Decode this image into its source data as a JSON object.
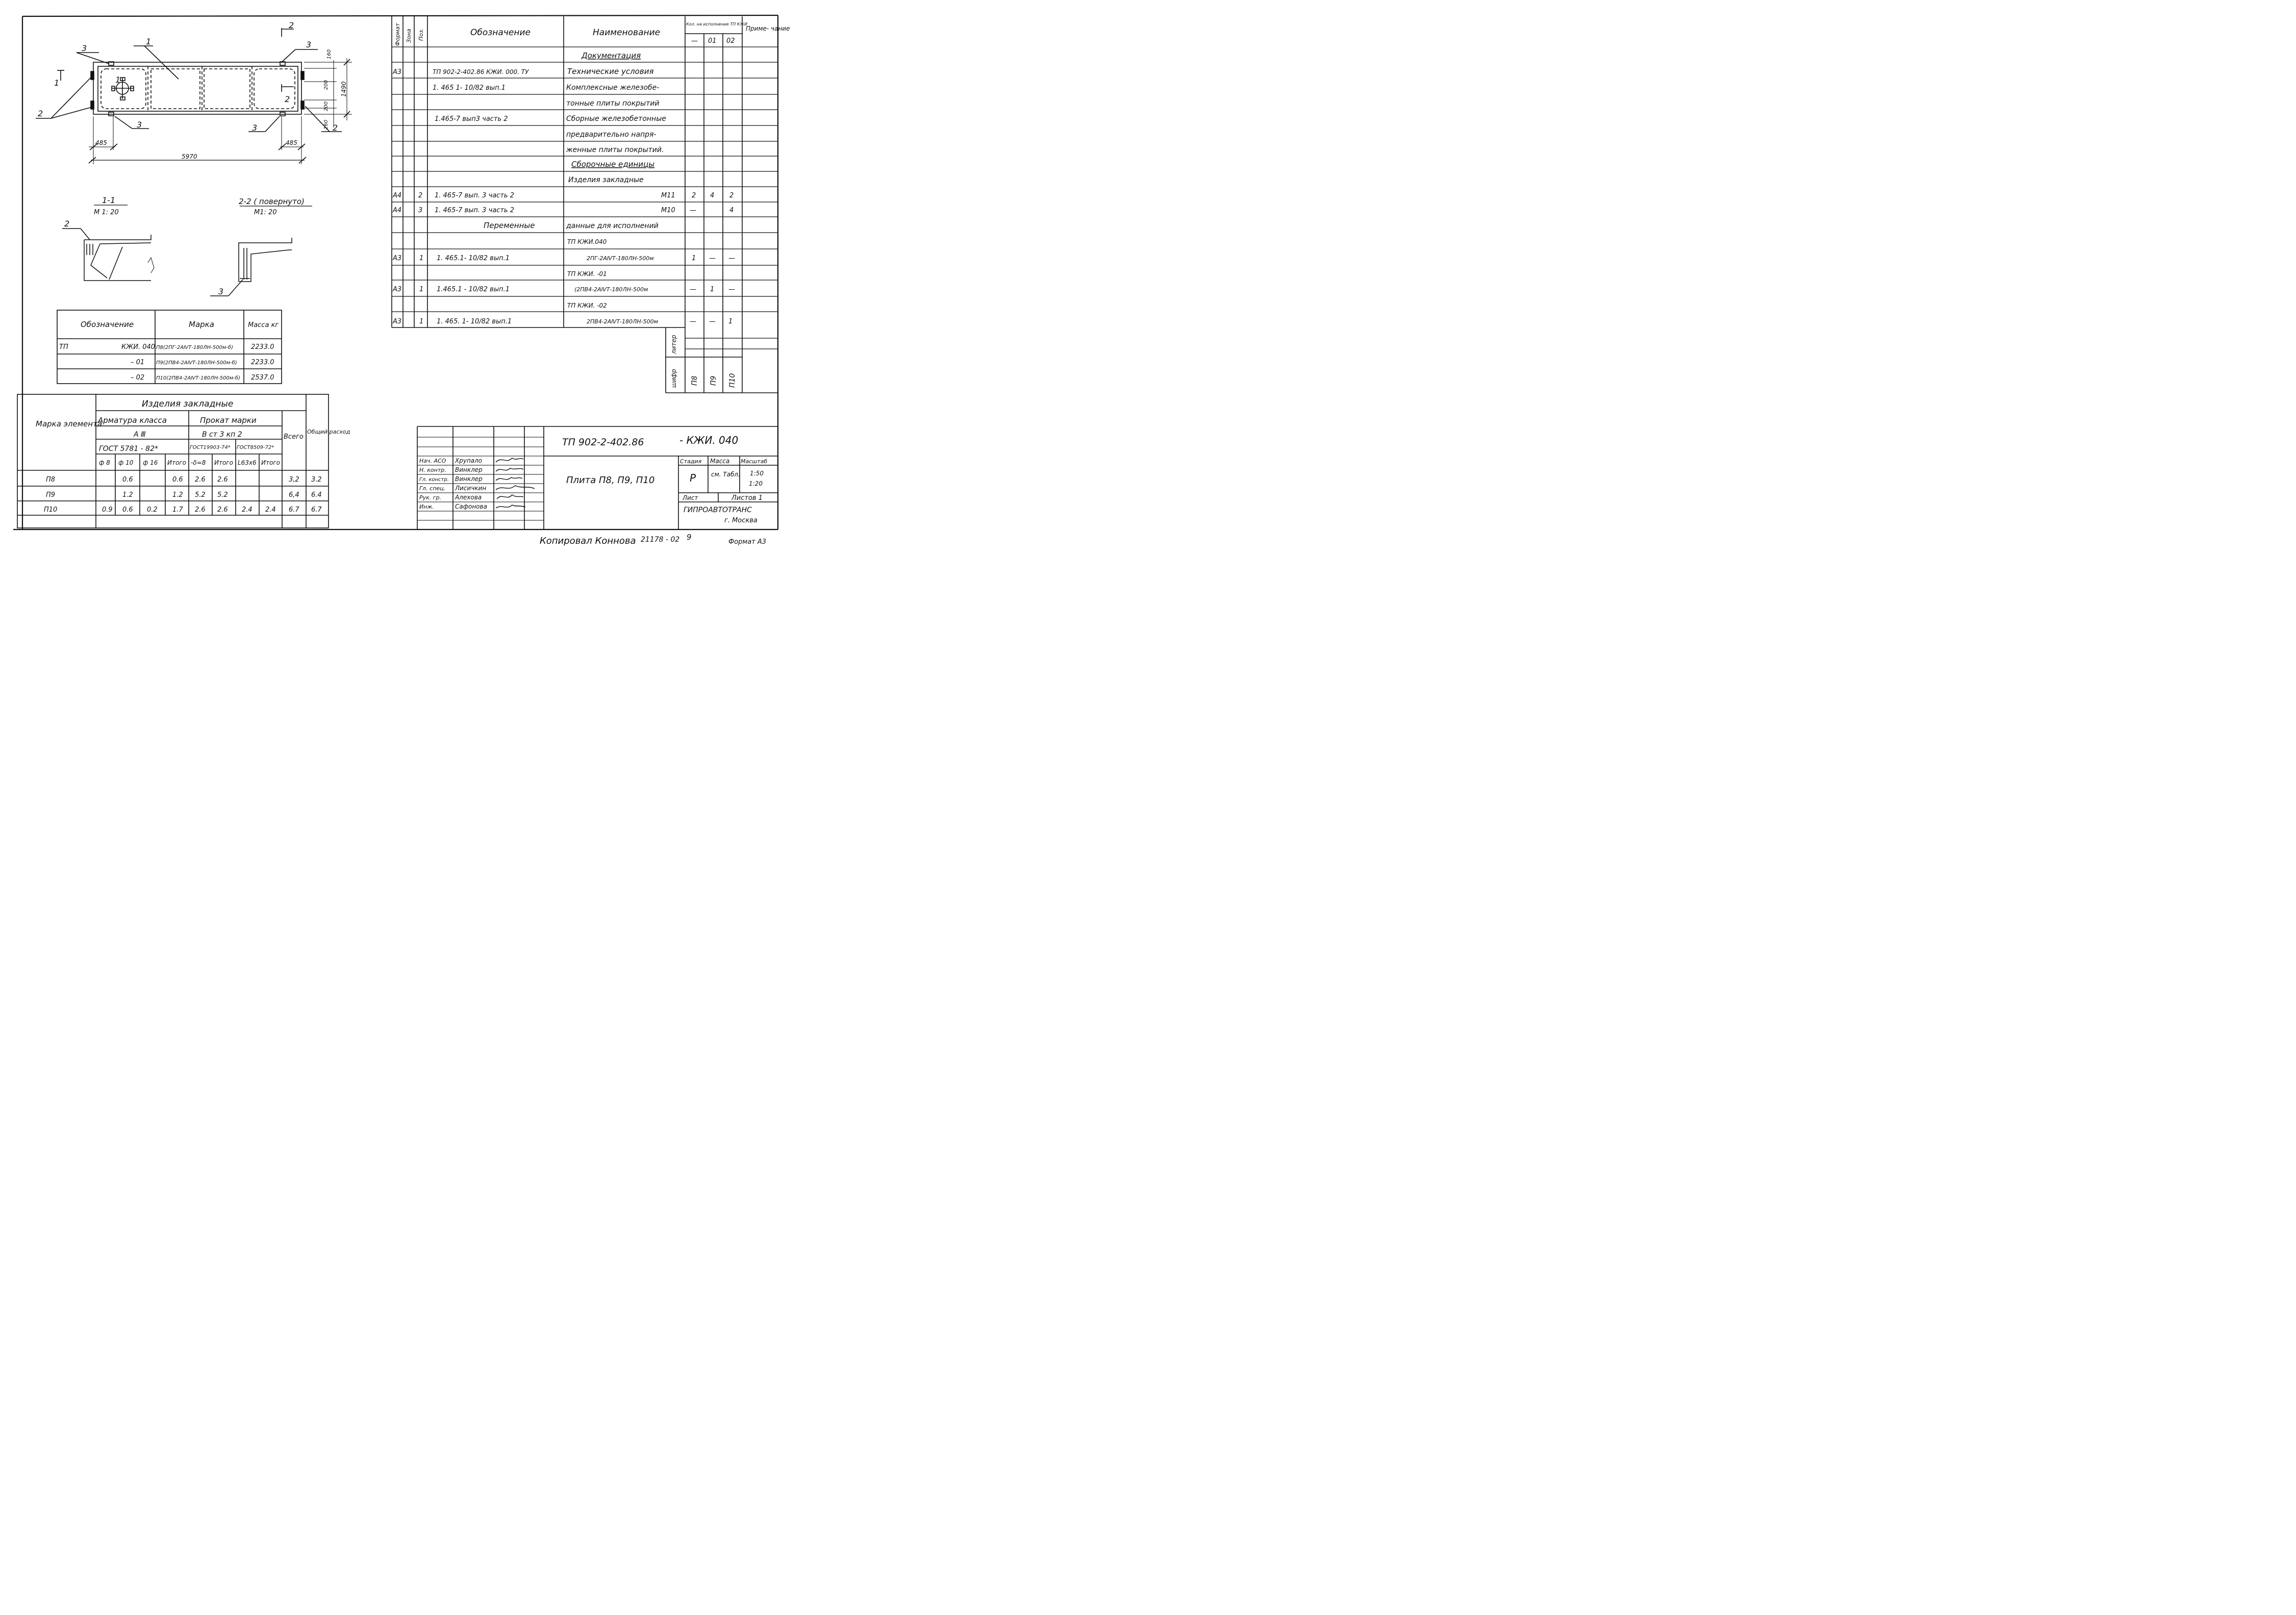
{
  "plan": {
    "callouts": [
      "1",
      "2",
      "3"
    ],
    "section_mark_1": "1",
    "section_mark_2": "2",
    "dims": {
      "total_length": "5970",
      "end_left": "485",
      "end_right": "485",
      "width": "1490",
      "d160_top": "160",
      "d200_a": "200",
      "d200_b": "200",
      "d160_bottom": "160"
    }
  },
  "sections": {
    "s1_title": "1-1",
    "s1_scale": "М 1: 20",
    "s1_callout": "2",
    "s2_title": "2-2 ( повернуто)",
    "s2_scale": "М1: 20",
    "s2_callout": "3"
  },
  "mass_table": {
    "headers": [
      "Обозначение",
      "Марка",
      "Масса кг"
    ],
    "rows": [
      {
        "prefix": "ТП",
        "designation": "КЖИ. 040",
        "mark": "П8(2ПГ-2АⅣТ-180ЛН-500м-б)",
        "mass": "2233.0"
      },
      {
        "prefix": "",
        "designation": "– 01",
        "mark": "П9(2ПВ4-2АⅣТ-180ЛН-500м-б)",
        "mass": "2233.0"
      },
      {
        "prefix": "",
        "designation": "– 02",
        "mark": "П10(2ПВ4-2АⅣТ-180ЛН-500м-б)",
        "mass": "2537.0"
      }
    ]
  },
  "embed_table": {
    "title": "Изделия закладные",
    "mark_header": "Марка элемента",
    "rebar_header": "Арматура класса",
    "rebar_class": "А Ⅲ",
    "rebar_gost": "ГОСТ 5781 - 82*",
    "rolled_header": "Прокат марки",
    "rolled_grade": "В ст 3 кп 2",
    "gost_a": "ГОСТ19903-74*",
    "gost_b": "ГОСТ8509-72*",
    "total_header": "Всего",
    "overall_header": "Общий расход",
    "sub": [
      "ф 8",
      "ф 10",
      "ф 16",
      "Итого",
      "-δ=8",
      "Итого",
      "L63x6",
      "Итого"
    ],
    "rows": [
      [
        "П8",
        "",
        "0.6",
        "",
        "0.6",
        "2.6",
        "2.6",
        "",
        "",
        "3,2",
        "3.2"
      ],
      [
        "П9",
        "",
        "1.2",
        "",
        "1.2",
        "5.2",
        "5.2",
        "",
        "",
        "6,4",
        "6.4"
      ],
      [
        "П10",
        "0.9",
        "0.6",
        "0.2",
        "1.7",
        "2.6",
        "2.6",
        "2.4",
        "2.4",
        "6.7",
        "6.7"
      ]
    ]
  },
  "spec": {
    "h_format": "Формат",
    "h_zone": "Зона",
    "h_pos": "Поз.",
    "h_designation": "Обозначение",
    "h_name": "Наименование",
    "h_qty": "Кол. на исполнение ТП КЖИ",
    "h_qty_cols": [
      "—",
      "01",
      "02"
    ],
    "h_note": "Приме- чание",
    "rows": [
      {
        "f": "",
        "p": "",
        "d": "",
        "n": "Документация",
        "q": [
          "",
          "",
          ""
        ]
      },
      {
        "f": "А3",
        "p": "",
        "d": "ТП 902-2-402.86   КЖИ. 000. ТУ",
        "n": "Технические условия",
        "q": [
          "",
          "",
          ""
        ]
      },
      {
        "f": "",
        "p": "",
        "d": "1. 465 1- 10/82 вып.1",
        "n": "Комплексные железобе-",
        "q": [
          "",
          "",
          ""
        ]
      },
      {
        "f": "",
        "p": "",
        "d": "",
        "n": "тонные плиты покрытий",
        "q": [
          "",
          "",
          ""
        ]
      },
      {
        "f": "",
        "p": "",
        "d": "1.465-7 вып3 часть 2",
        "n": "Сборные железобетонные",
        "q": [
          "",
          "",
          ""
        ]
      },
      {
        "f": "",
        "p": "",
        "d": "",
        "n": "предварительно напря-",
        "q": [
          "",
          "",
          ""
        ]
      },
      {
        "f": "",
        "p": "",
        "d": "",
        "n": "женные плиты покрытий.",
        "q": [
          "",
          "",
          ""
        ]
      },
      {
        "f": "",
        "p": "",
        "d": "",
        "n": "Сборочные единицы",
        "q": [
          "",
          "",
          ""
        ]
      },
      {
        "f": "",
        "p": "",
        "d": "",
        "n": "Изделия закладные",
        "q": [
          "",
          "",
          ""
        ]
      },
      {
        "f": "А4",
        "p": "2",
        "d": "1. 465-7 вып. 3 часть 2",
        "n": "М11",
        "q": [
          "2",
          "4",
          "2"
        ]
      },
      {
        "f": "А4",
        "p": "3",
        "d": "1. 465-7 вып. 3 часть 2",
        "n": "М10",
        "q": [
          "—",
          "",
          "4"
        ]
      },
      {
        "f": "",
        "p": "",
        "d": "Переменные",
        "n": "данные для исполнений",
        "q": [
          "",
          "",
          ""
        ]
      },
      {
        "f": "",
        "p": "",
        "d": "",
        "n": "ТП                 КЖИ.040",
        "q": [
          "",
          "",
          ""
        ]
      },
      {
        "f": "А3",
        "p": "1",
        "d": "1. 465.1- 10/82 вып.1",
        "n": "2ПГ-2АⅣТ-180ЛН-500м",
        "q": [
          "1",
          "—",
          "—"
        ]
      },
      {
        "f": "",
        "p": "",
        "d": "",
        "n": "ТП              КЖИ. -01",
        "q": [
          "",
          "",
          ""
        ]
      },
      {
        "f": "А3",
        "p": "1",
        "d": "1.465.1 - 10/82 вып.1",
        "n": "(2ПВ4-2АⅣТ-180ЛН-500м",
        "q": [
          "—",
          "1",
          "—"
        ]
      },
      {
        "f": "",
        "p": "",
        "d": "",
        "n": "ТП              КЖИ. -02",
        "q": [
          "",
          "",
          ""
        ]
      },
      {
        "f": "А3",
        "p": "1",
        "d": "1. 465. 1- 10/82 вып.1",
        "n": "2ПВ4-2АⅣТ-180ЛН-500м",
        "q": [
          "—",
          "—",
          "1"
        ]
      }
    ],
    "liter_label": "литер",
    "cipher_label": "шифр",
    "ciphers": [
      "П8",
      "П9",
      "П10"
    ]
  },
  "title_block": {
    "code": "ТП 902-2-402.86",
    "suffix": "- КЖИ. 040",
    "title": "Плита П8, П9, П10",
    "stage_h": "Стадия",
    "mass_h": "Масса",
    "scale_h": "Масштаб",
    "stage": "Р",
    "mass": "см. Табл.",
    "scale_a": "1:50",
    "scale_b": "1:20",
    "sheet": "Лист",
    "sheets": "Листов 1",
    "org": "ГИПРОАВТОТРАНС",
    "city": "г. Москва",
    "people": [
      {
        "role": "Нач. АСО",
        "name": "Хрупало"
      },
      {
        "role": "Н. контр.",
        "name": "Винклер"
      },
      {
        "role": "Гл. констр.",
        "name": "Винклер"
      },
      {
        "role": "Гл. спец.",
        "name": "Лисичкин"
      },
      {
        "role": "Рук. гр.",
        "name": "Алехова"
      },
      {
        "role": "Инж.",
        "name": "Сафонова"
      }
    ]
  },
  "footer": {
    "copied": "Копировал Коннова",
    "inv": "21178 - 02",
    "sheet_no": "9",
    "format": "Формат А3"
  }
}
